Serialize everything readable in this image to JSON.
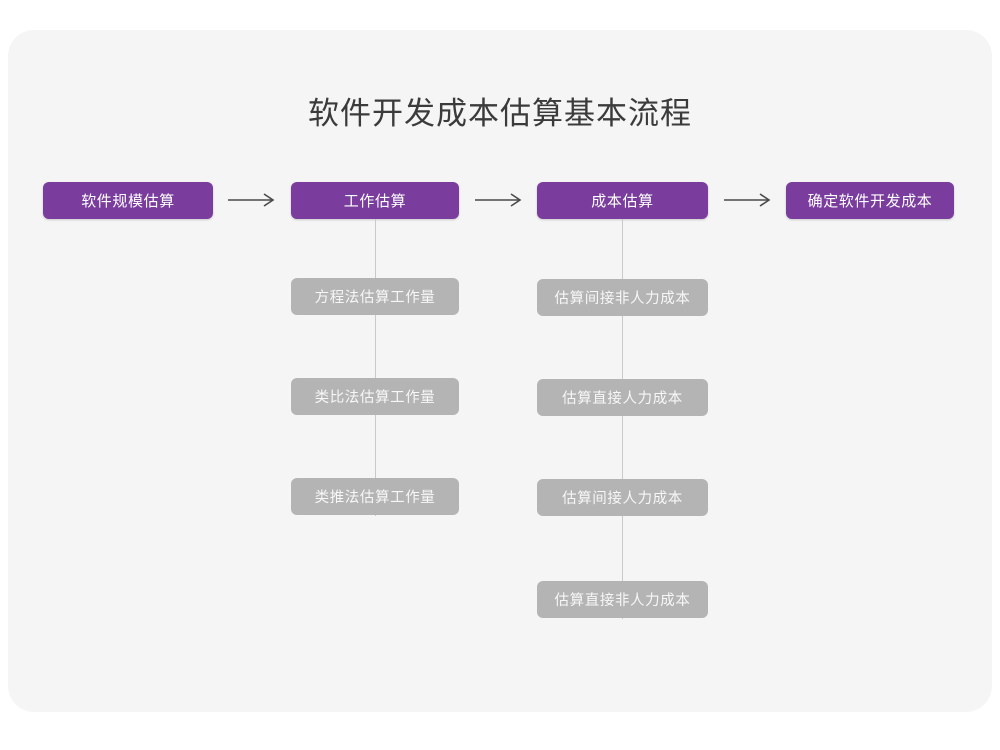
{
  "diagram": {
    "title": "软件开发成本估算基本流程",
    "type": "flowchart",
    "accent_color": "#7a3d9e",
    "secondary_color": "#b4b4b4",
    "card_color": "#f5f5f6",
    "connector_color": "#c9c9c9",
    "arrow_glyph": "⟶",
    "main_flow": [
      {
        "label": "软件规模估算"
      },
      {
        "label": "工作估算"
      },
      {
        "label": "成本估算"
      },
      {
        "label": "确定软件开发成本"
      }
    ],
    "arrows": [
      {
        "label": "⟶"
      },
      {
        "label": "⟶"
      },
      {
        "label": "⟶"
      }
    ],
    "branches": [
      {
        "parent": "工作估算",
        "items": [
          {
            "label": "方程法估算工作量"
          },
          {
            "label": "类比法估算工作量"
          },
          {
            "label": "类推法估算工作量"
          }
        ]
      },
      {
        "parent": "成本估算",
        "items": [
          {
            "label": "估算间接非人力成本"
          },
          {
            "label": "估算直接人力成本"
          },
          {
            "label": "估算间接人力成本"
          },
          {
            "label": "估算直接非人力成本"
          }
        ]
      }
    ]
  }
}
